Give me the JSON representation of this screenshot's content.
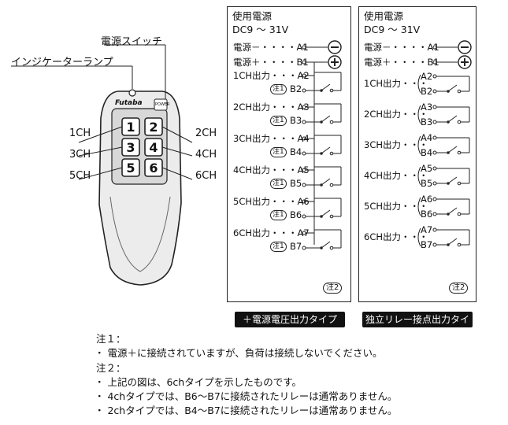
{
  "remote": {
    "power_switch_label": "電源スイッチ",
    "indicator_label": "インジケーターランプ",
    "brand": "Futaba",
    "power_key": "POWER",
    "buttons": [
      "1",
      "2",
      "3",
      "4",
      "5",
      "6"
    ],
    "channel_labels": {
      "ch1": "1CH",
      "ch2": "2CH",
      "ch3": "3CH",
      "ch4": "4CH",
      "ch5": "5CH",
      "ch6": "6CH"
    }
  },
  "panel_left": {
    "title": "使用電源",
    "voltage": "DC9 ～ 31V",
    "rows": [
      {
        "label": "電源－・・・・A1",
        "terminal": "",
        "pole": "minus"
      },
      {
        "label": "電源＋・・・・B1",
        "terminal": "",
        "pole": "plus"
      },
      {
        "label": "1CH出力・・・A2",
        "note": "注1",
        "terminal": "B2"
      },
      {
        "label": "2CH出力・・・A3",
        "note": "注1",
        "terminal": "B3"
      },
      {
        "label": "3CH出力・・・A4",
        "note": "注1",
        "terminal": "B4"
      },
      {
        "label": "4CH出力・・・A5",
        "note": "注1",
        "terminal": "B5"
      },
      {
        "label": "5CH出力・・・A6",
        "note": "注1",
        "terminal": "B6"
      },
      {
        "label": "6CH出力・・・A7",
        "note": "注1",
        "terminal": "B7"
      }
    ],
    "footnote": "注2",
    "caption": "＋電源電圧出力タイプ"
  },
  "panel_right": {
    "title": "使用電源",
    "voltage": "DC9 ～ 31V",
    "rows": [
      {
        "label": "電源－・・・・A1"
      },
      {
        "label": "電源＋・・・・B1"
      },
      {
        "label": "1CH出力・・・",
        "a": "A2",
        "b": "B2"
      },
      {
        "label": "2CH出力・・・",
        "a": "A3",
        "b": "B3"
      },
      {
        "label": "3CH出力・・・",
        "a": "A4",
        "b": "B4"
      },
      {
        "label": "4CH出力・・・",
        "a": "A5",
        "b": "B5"
      },
      {
        "label": "5CH出力・・・",
        "a": "A6",
        "b": "B6"
      },
      {
        "label": "6CH出力・・・",
        "a": "A7",
        "b": "B7"
      }
    ],
    "footnote": "注2",
    "caption": "独立リレー接点出力タイプ"
  },
  "notes": {
    "n1_title": "注１：",
    "n1_line1": "・ 電源＋に接続されていますが、負荷は接続しないでください。",
    "n2_title": "注２：",
    "n2_line1": "・ 上記の図は、6chタイプを示したものです。",
    "n2_line2": "・ 4chタイプでは、B6～B7に接続されたリレーは通常ありません。",
    "n2_line3": "・ 2chタイプでは、B4～B7に接続されたリレーは通常ありません。"
  }
}
